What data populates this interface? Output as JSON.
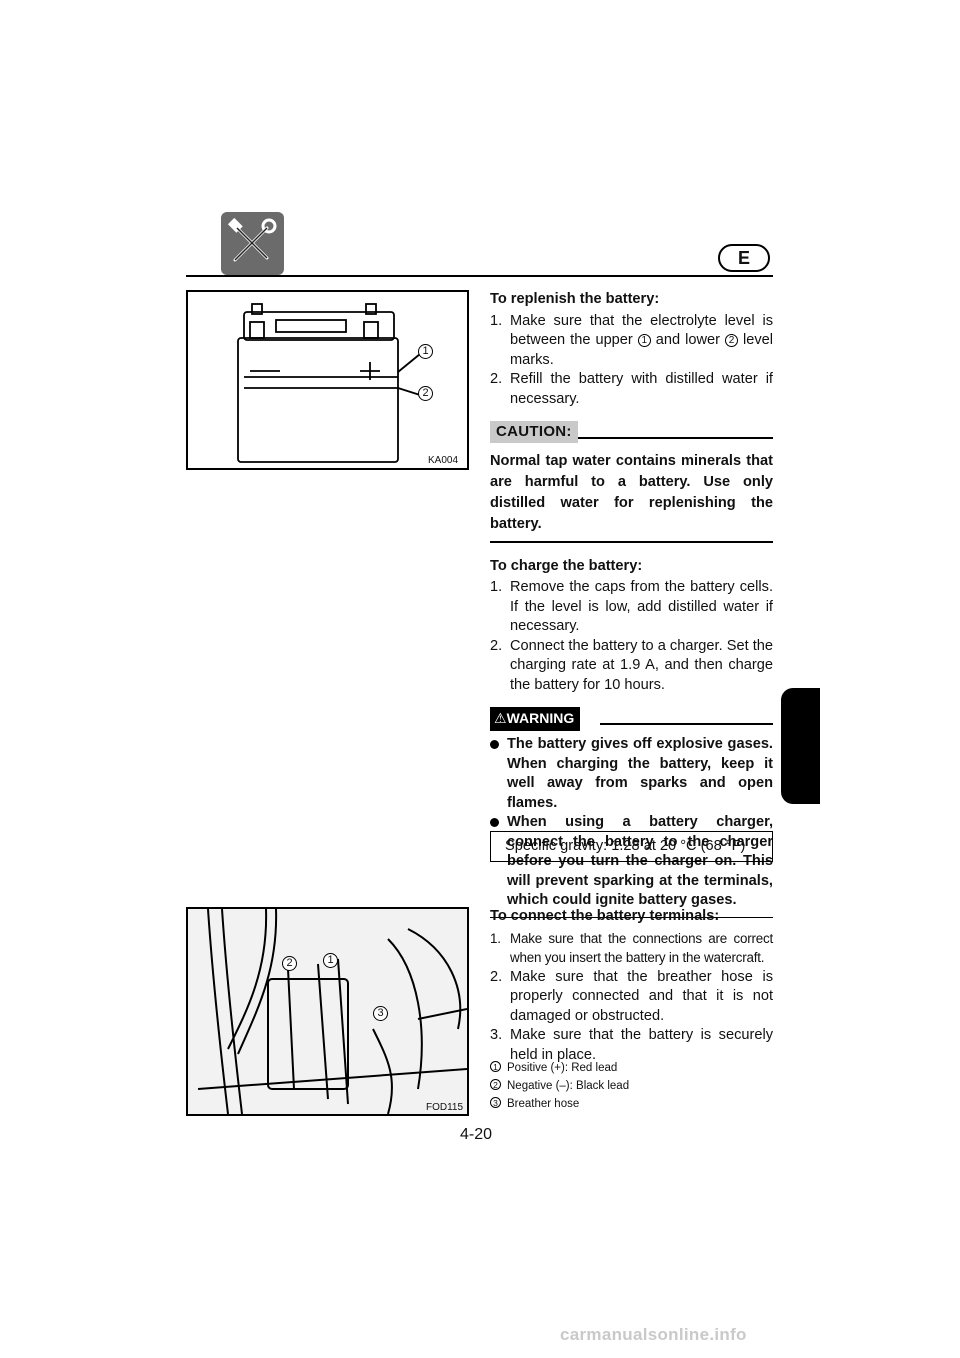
{
  "header": {
    "language_badge": "E"
  },
  "figure_top": {
    "code": "KA004",
    "callouts": [
      "1",
      "2"
    ],
    "plus_sign": "+",
    "minus_sign": "—"
  },
  "replenish": {
    "heading": "To replenish the battery:",
    "step1_num": "1.",
    "step1_a": "Make sure that the electrolyte level is between the upper ",
    "step1_c1": "1",
    "step1_b": " and lower ",
    "step1_c2": "2",
    "step1_c": " level marks.",
    "step2_num": "2.",
    "step2": "Refill the battery with distilled water if necessary."
  },
  "caution": {
    "label": "CAUTION:",
    "text": "Normal tap water contains minerals that are harmful to a battery. Use only distilled water for replenishing the battery."
  },
  "charge": {
    "heading": "To charge the battery:",
    "step1_num": "1.",
    "step1": "Remove the caps from the battery cells. If the level is low, add distilled water if necessary.",
    "step2_num": "2.",
    "step2": "Connect the battery to a charger. Set the charging rate at 1.9 A, and then charge the battery for 10 hours."
  },
  "warning": {
    "label": "WARNING",
    "bullets": [
      "The battery gives off explosive gases. When charging the battery, keep it well away from sparks and open flames.",
      "When using a battery charger, connect the battery to the charger before you turn the charger on. This will prevent sparking at the terminals, which could ignite battery gases."
    ]
  },
  "spec": {
    "text": "Specific gravity: 1.28 at 20 °C (68 °F)"
  },
  "connect": {
    "heading": "To connect the battery terminals:",
    "step1_num": "1.",
    "step1": "Make sure that the connections are correct when you insert the battery in the watercraft.",
    "step2_num": "2.",
    "step2": "Make sure that the breather hose is properly connected and that it is not damaged or obstructed.",
    "step3_num": "3.",
    "step3": "Make sure that the battery is securely held in place."
  },
  "figure_bottom": {
    "code": "FOD115",
    "callouts": [
      "2",
      "1",
      "3"
    ]
  },
  "legend": [
    {
      "num": "1",
      "text": "Positive (+): Red lead"
    },
    {
      "num": "2",
      "text": "Negative (–): Black lead"
    },
    {
      "num": "3",
      "text": "Breather hose"
    }
  ],
  "page_number": "4-20",
  "watermark": "carmanualsonline.info"
}
